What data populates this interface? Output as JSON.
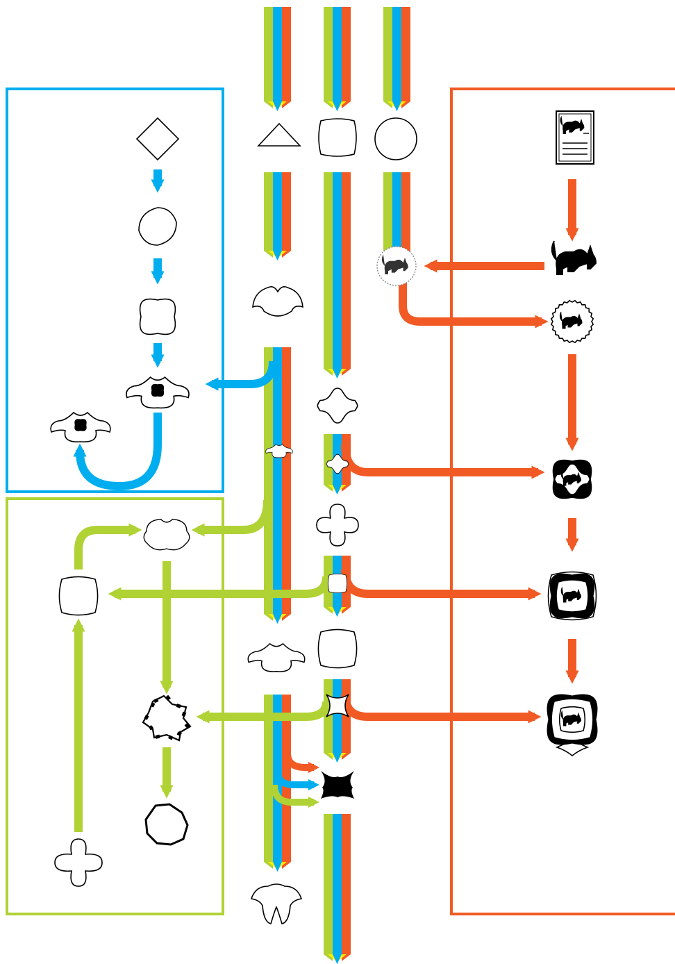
{
  "colors": {
    "green": "#b0d235",
    "blue": "#00aeef",
    "orange": "#f15a24",
    "yellow": "#fff200",
    "outline": "#000000",
    "fill": "#ffffff",
    "icon": "#000000"
  },
  "panels": [
    {
      "id": "blue-panel",
      "color": "blue"
    },
    {
      "id": "green-panel",
      "color": "green"
    },
    {
      "id": "orange-panel",
      "color": "orange"
    }
  ],
  "icons": {
    "document": "document-with-cat-icon",
    "cat": "cat-silhouette-icon",
    "clover": "four-leaf-clover-icon"
  },
  "shapes": [
    "diamond",
    "rounded-circle",
    "four-petal-flower",
    "winged-flower",
    "winged-flower-small",
    "triangle",
    "rounded-square",
    "circle",
    "bat-wing-shape",
    "cat-in-circle",
    "cat-document",
    "cat-silhouette",
    "cat-in-badge",
    "rounded-cross",
    "cross-plus",
    "four-lobed-shape",
    "winged-cluster",
    "star-cross",
    "spiky-cluster",
    "crumpled-cluster",
    "tooth-shape",
    "cat-flower-1",
    "cat-flower-2",
    "cat-flower-3"
  ]
}
